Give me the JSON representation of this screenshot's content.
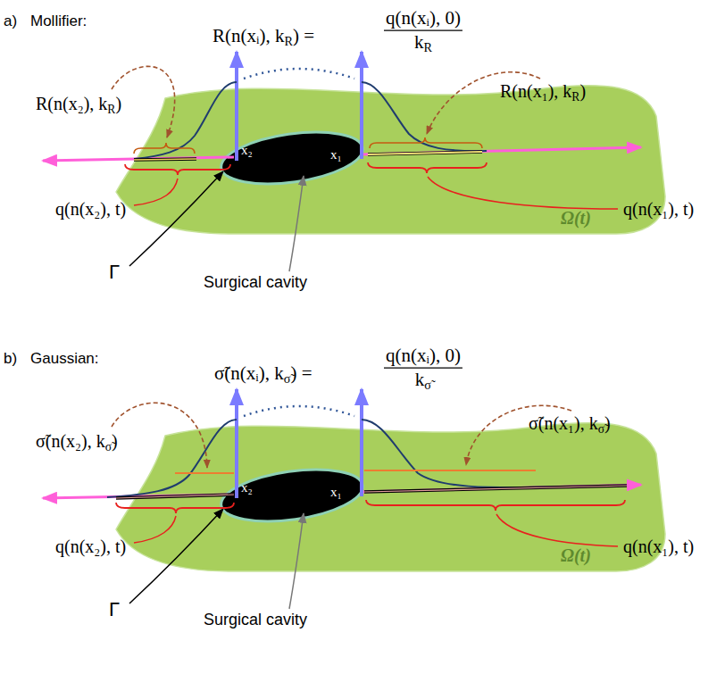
{
  "diagram": {
    "labels": [
      "a)",
      "Mollifier:",
      "R(n(xᵢ), k",
      "R",
      ") =",
      "q(n(xᵢ), 0)",
      "k",
      "R",
      "R(n(x₂), k",
      "R",
      ")",
      "R(n(x₁), k",
      "R",
      ")",
      "x₂",
      "x₁",
      "q(n(x₂), t)",
      "q(n(x₁), t)",
      "Γ",
      "Surgical cavity",
      "Ω(t)",
      "b)",
      "Gaussian:",
      "σ̃(n(xᵢ), k",
      "σ̃",
      ") =",
      "q(n(xᵢ), 0)",
      "k",
      "σ̃",
      "σ̃(n(x₂), k",
      "σ̃",
      ")",
      "σ̃(n(x₁), k",
      "σ̃",
      ")",
      "x₂",
      "x₁",
      "q(n(x₂), t)",
      "q(n(x₁), t)",
      "Γ",
      "Surgical cavity",
      "Ω(t)"
    ]
  }
}
